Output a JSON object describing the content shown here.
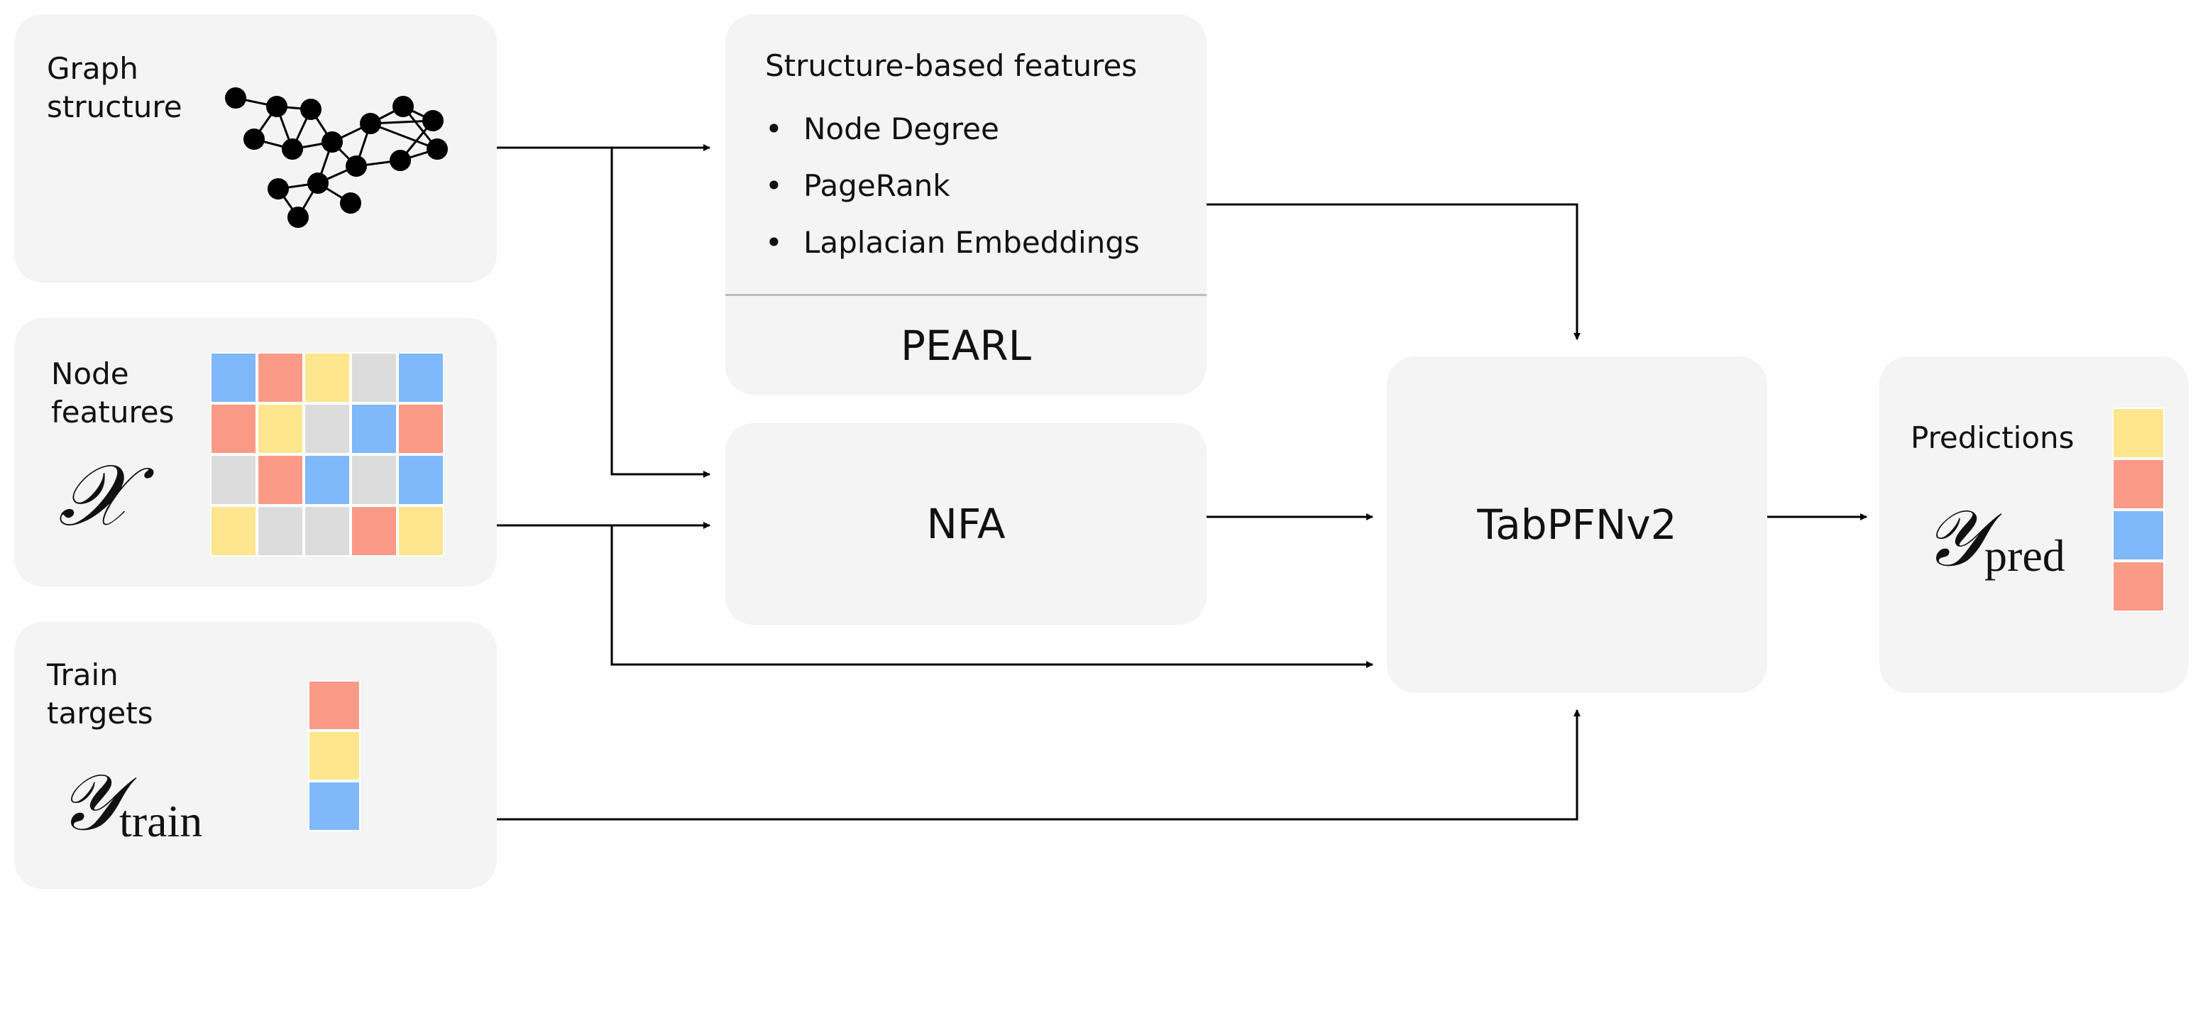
{
  "graph_structure": {
    "label": "Graph\nstructure"
  },
  "node_features": {
    "label": "Node\nfeatures",
    "symbol": "𝒳",
    "grid": [
      [
        "blue",
        "red",
        "yellow",
        "gray",
        "blue"
      ],
      [
        "red",
        "yellow",
        "gray",
        "blue",
        "red"
      ],
      [
        "gray",
        "red",
        "blue",
        "gray",
        "blue"
      ],
      [
        "yellow",
        "gray",
        "gray",
        "red",
        "yellow"
      ]
    ]
  },
  "train_targets": {
    "label": "Train\ntargets",
    "symbol": "𝒴",
    "subscript": "train",
    "column": [
      "red",
      "yellow",
      "blue"
    ]
  },
  "structure_features": {
    "title": "Structure-based features",
    "bullet": "•",
    "items": [
      "Node Degree",
      "PageRank",
      "Laplacian Embeddings"
    ],
    "footer": "PEARL"
  },
  "nfa": {
    "label": "NFA"
  },
  "tabpfn": {
    "label": "TabPFNv2"
  },
  "predictions": {
    "label": "Predictions",
    "symbol": "𝒴",
    "subscript": "pred",
    "column": [
      "yellow",
      "red",
      "blue",
      "red"
    ]
  },
  "colors": {
    "box_bg": "#f4f4f4",
    "red": "#fb9a86",
    "yellow": "#fde68e",
    "blue": "#7fb8fb",
    "gray": "#dcdcdc",
    "line": "#000000",
    "divider": "#bdbdbd"
  }
}
